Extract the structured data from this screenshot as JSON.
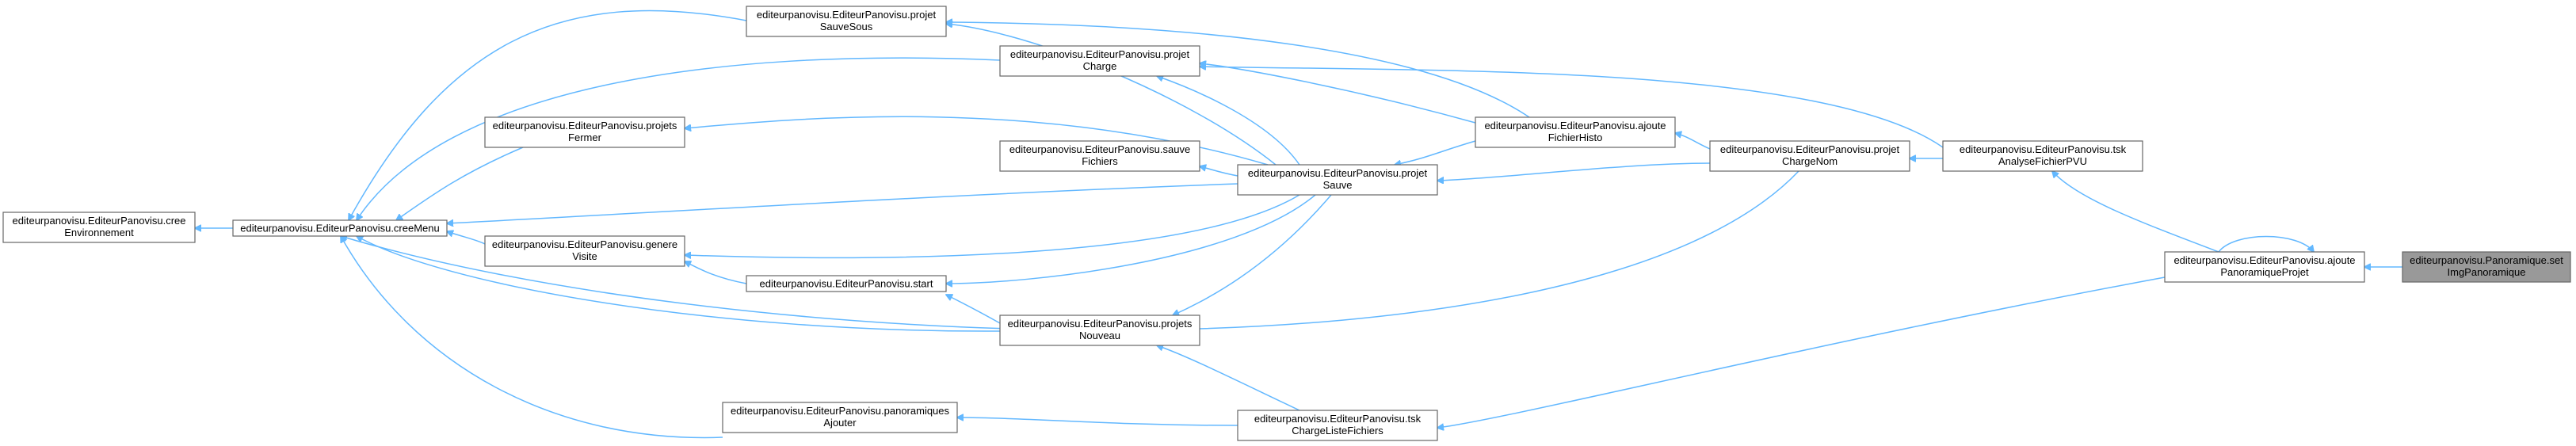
{
  "colors": {
    "edge": "#63b8ff",
    "node_border": "#666666",
    "node_fill": "#ffffff",
    "current_fill": "#999999"
  },
  "nodes": [
    {
      "id": "cree_env",
      "lines": [
        "editeurpanovisu.EditeurPanovisu.cree",
        "Environnement"
      ]
    },
    {
      "id": "cree_menu",
      "lines": [
        "editeurpanovisu.EditeurPanovisu.creeMenu"
      ]
    },
    {
      "id": "sauve_sous",
      "lines": [
        "editeurpanovisu.EditeurPanovisu.projet",
        "SauveSous"
      ]
    },
    {
      "id": "charge",
      "lines": [
        "editeurpanovisu.EditeurPanovisu.projet",
        "Charge"
      ]
    },
    {
      "id": "fermer",
      "lines": [
        "editeurpanovisu.EditeurPanovisu.projets",
        "Fermer"
      ]
    },
    {
      "id": "sauve_fichiers",
      "lines": [
        "editeurpanovisu.EditeurPanovisu.sauve",
        "Fichiers"
      ]
    },
    {
      "id": "genere",
      "lines": [
        "editeurpanovisu.EditeurPanovisu.genere",
        "Visite"
      ]
    },
    {
      "id": "start",
      "lines": [
        "editeurpanovisu.EditeurPanovisu.start"
      ]
    },
    {
      "id": "nouveau",
      "lines": [
        "editeurpanovisu.EditeurPanovisu.projets",
        "Nouveau"
      ]
    },
    {
      "id": "pano_ajouter",
      "lines": [
        "editeurpanovisu.EditeurPanovisu.panoramiques",
        "Ajouter"
      ]
    },
    {
      "id": "projet_sauve",
      "lines": [
        "editeurpanovisu.EditeurPanovisu.projet",
        "Sauve"
      ]
    },
    {
      "id": "ajoute_histo",
      "lines": [
        "editeurpanovisu.EditeurPanovisu.ajoute",
        "FichierHisto"
      ]
    },
    {
      "id": "charge_liste",
      "lines": [
        "editeurpanovisu.EditeurPanovisu.tsk",
        "ChargeListeFichiers"
      ]
    },
    {
      "id": "charge_nom",
      "lines": [
        "editeurpanovisu.EditeurPanovisu.projet",
        "ChargeNom"
      ]
    },
    {
      "id": "analyse",
      "lines": [
        "editeurpanovisu.EditeurPanovisu.tsk",
        "AnalyseFichierPVU"
      ]
    },
    {
      "id": "ajoute_pano",
      "lines": [
        "editeurpanovisu.EditeurPanovisu.ajoute",
        "PanoramiqueProjet"
      ]
    },
    {
      "id": "set_img",
      "lines": [
        "editeurpanovisu.Panoramique.set",
        "ImgPanoramique"
      ],
      "current": true
    }
  ],
  "edges": [
    {
      "from": "cree_menu",
      "to": "cree_env"
    },
    {
      "from": "sauve_sous",
      "to": "cree_menu"
    },
    {
      "from": "charge",
      "to": "cree_menu"
    },
    {
      "from": "fermer",
      "to": "cree_menu"
    },
    {
      "from": "projet_sauve",
      "to": "cree_menu"
    },
    {
      "from": "genere",
      "to": "cree_menu"
    },
    {
      "from": "start",
      "to": "genere"
    },
    {
      "from": "nouveau",
      "to": "start"
    },
    {
      "from": "nouveau",
      "to": "cree_menu"
    },
    {
      "from": "pano_ajouter",
      "to": "cree_menu"
    },
    {
      "from": "charge_liste",
      "to": "pano_ajouter"
    },
    {
      "from": "charge_liste",
      "to": "nouveau"
    },
    {
      "from": "projet_sauve",
      "to": "sauve_sous"
    },
    {
      "from": "projet_sauve",
      "to": "charge"
    },
    {
      "from": "projet_sauve",
      "to": "fermer"
    },
    {
      "from": "projet_sauve",
      "to": "sauve_fichiers"
    },
    {
      "from": "projet_sauve",
      "to": "genere"
    },
    {
      "from": "projet_sauve",
      "to": "start"
    },
    {
      "from": "projet_sauve",
      "to": "nouveau"
    },
    {
      "from": "ajoute_histo",
      "to": "sauve_sous"
    },
    {
      "from": "ajoute_histo",
      "to": "charge"
    },
    {
      "from": "ajoute_histo",
      "to": "projet_sauve"
    },
    {
      "from": "charge_nom",
      "to": "ajoute_histo"
    },
    {
      "from": "charge_nom",
      "to": "projet_sauve"
    },
    {
      "from": "charge_nom",
      "to": "cree_menu"
    },
    {
      "from": "analyse",
      "to": "charge_nom"
    },
    {
      "from": "analyse",
      "to": "charge"
    },
    {
      "from": "ajoute_pano",
      "to": "analyse"
    },
    {
      "from": "ajoute_pano",
      "to": "charge_liste"
    },
    {
      "from": "ajoute_pano",
      "to": "ajoute_pano"
    },
    {
      "from": "set_img",
      "to": "ajoute_pano"
    }
  ]
}
